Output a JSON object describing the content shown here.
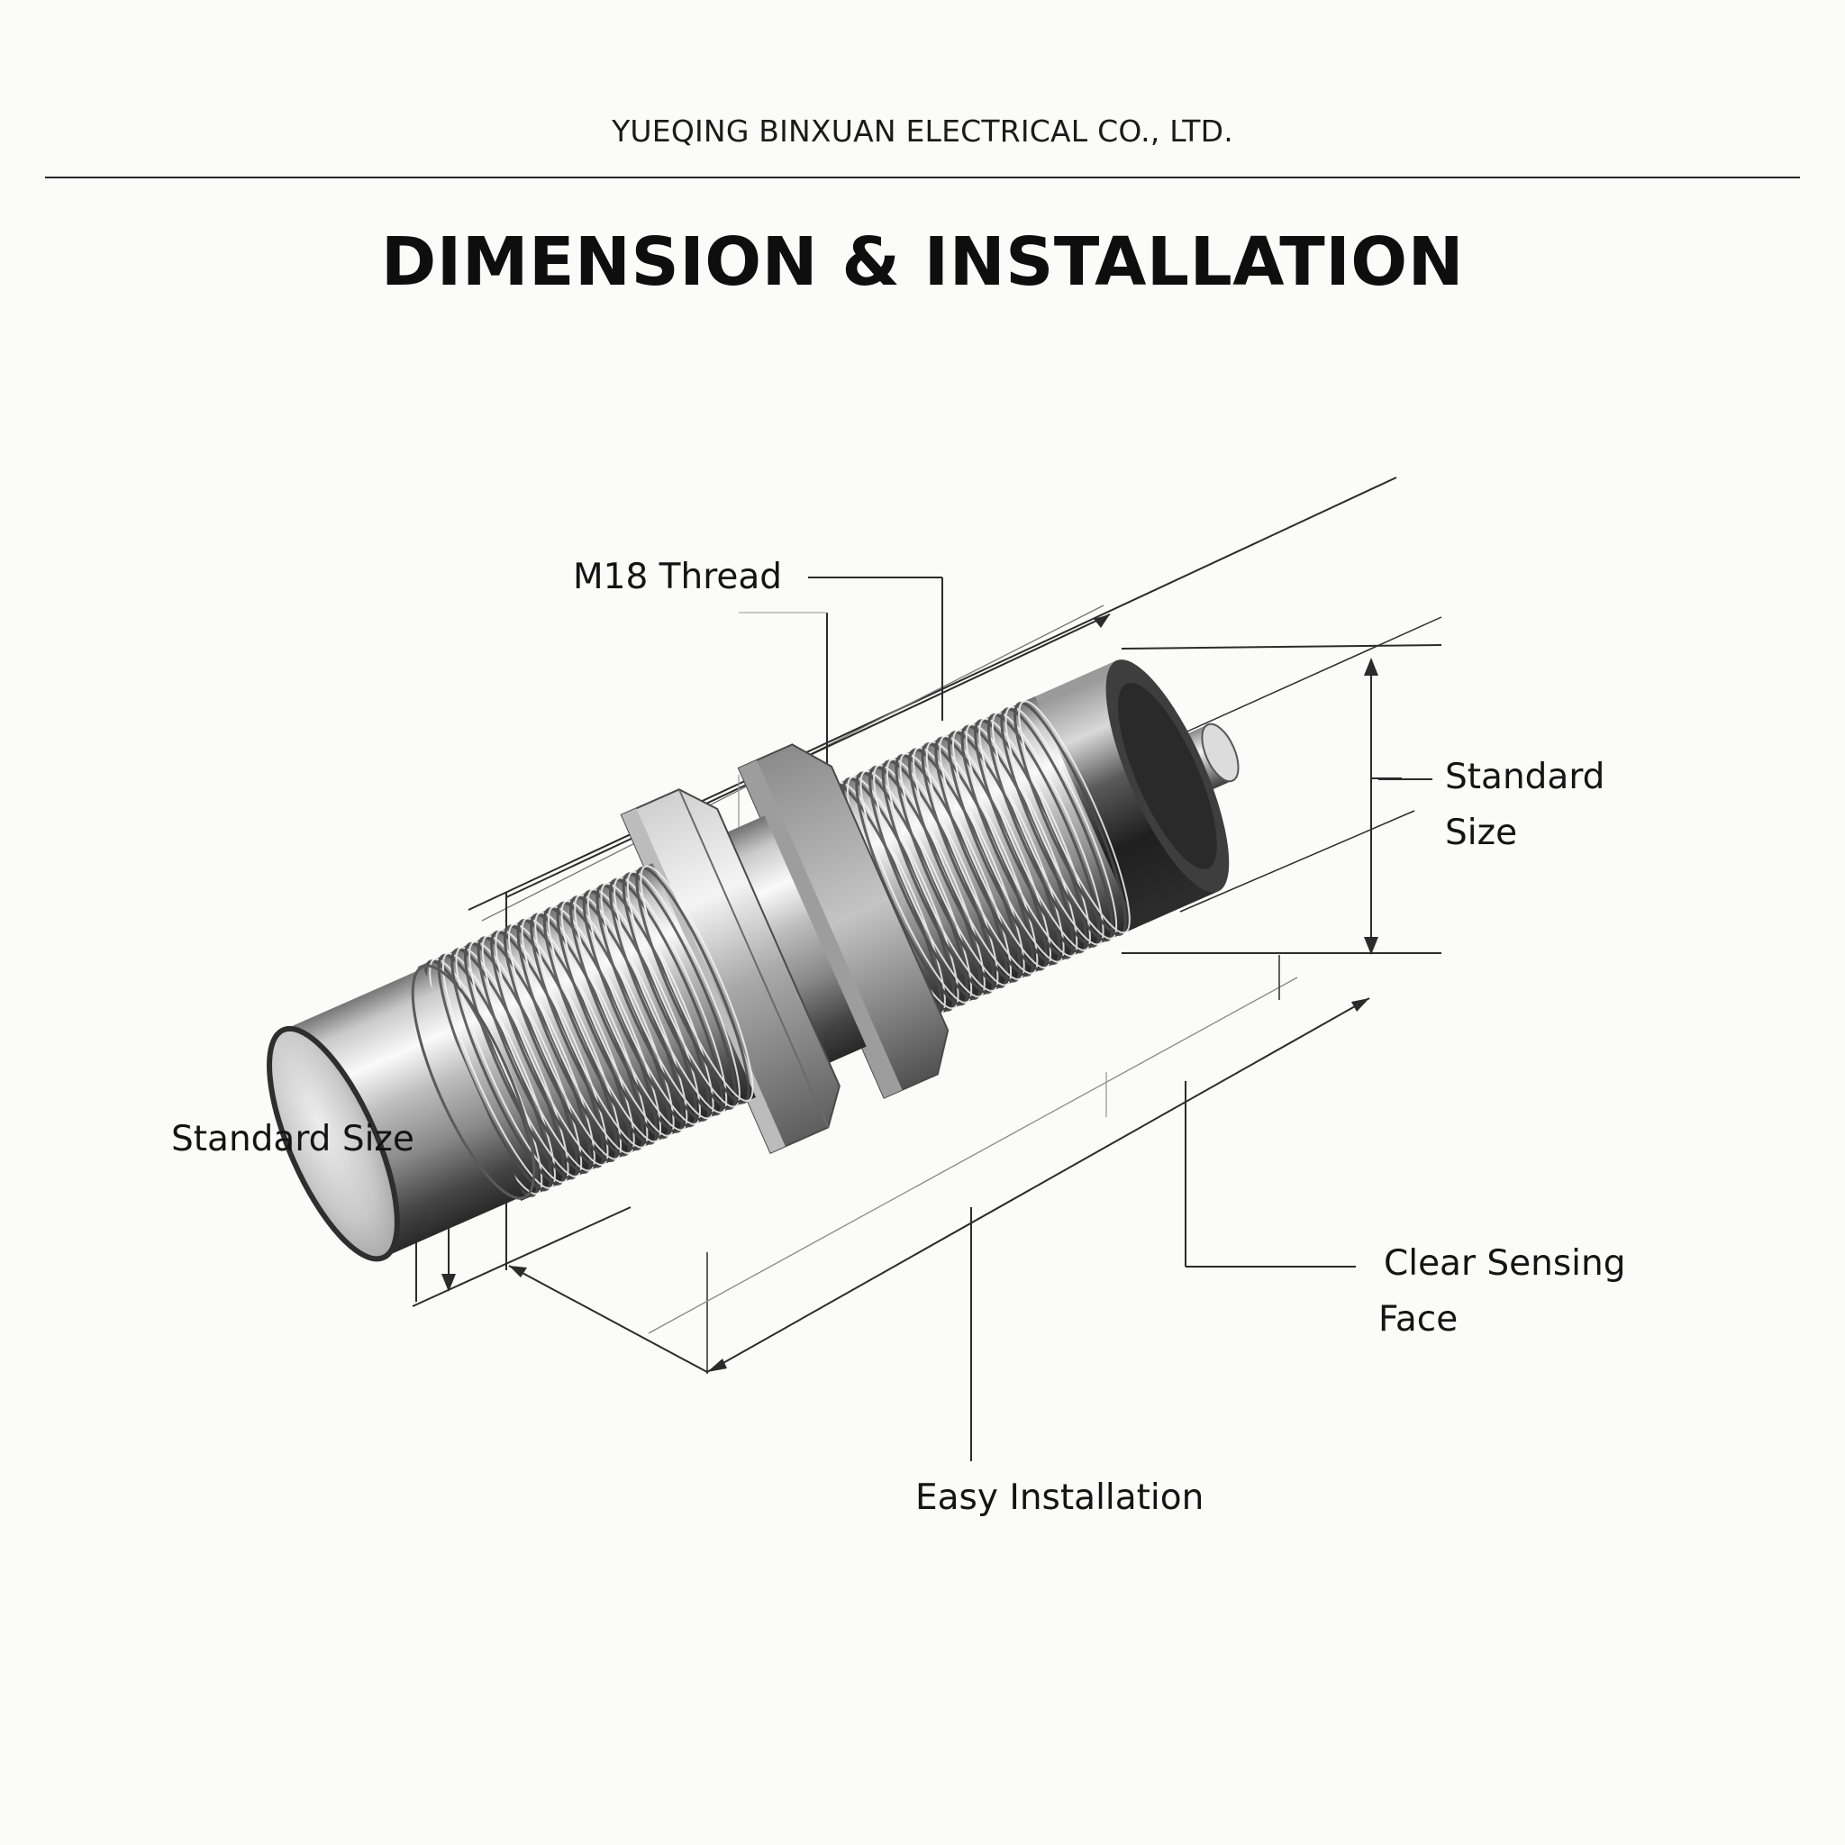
{
  "header": {
    "company": "YUEQING BINXUAN ELECTRICAL CO., LTD.",
    "title": "DIMENSION & INSTALLATION"
  },
  "callouts": {
    "thread": "M18 Thread",
    "standard_size_right_line1": "Standard",
    "standard_size_right_line2": "Size",
    "standard_size_left": "Standard Size",
    "sensing_face_line1": "Clear Sensing",
    "sensing_face_line2": "Face",
    "installation": "Easy Installation"
  },
  "colors": {
    "background": "#fbfbfa",
    "ink": "#141414",
    "metal_light": "#f2f2f2",
    "metal_dark": "#3a3a3a"
  }
}
